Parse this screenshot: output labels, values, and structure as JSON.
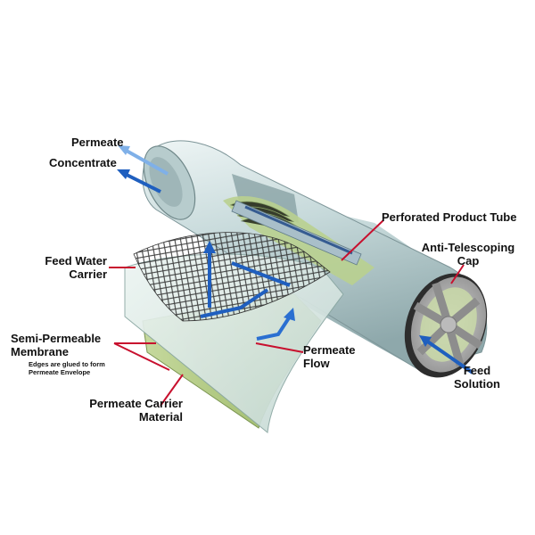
{
  "labels": {
    "permeate": "Permeate",
    "concentrate": "Concentrate",
    "perforated_product_tube": "Perforated Product Tube",
    "anti_telescoping_cap_line1": "Anti-Telescoping",
    "anti_telescoping_cap_line2": "Cap",
    "feed_water_carrier_line1": "Feed Water",
    "feed_water_carrier_line2": "Carrier",
    "semi_permeable_membrane_line1": "Semi-Permeable",
    "semi_permeable_membrane_line2": "Membrane",
    "membrane_note_line1": "Edges are glued to form",
    "membrane_note_line2": "Permeate Envelope",
    "permeate_flow_line1": "Permeate",
    "permeate_flow_line2": "Flow",
    "feed_solution_line1": "Feed",
    "feed_solution_line2": "Solution",
    "permeate_carrier_line1": "Permeate Carrier",
    "permeate_carrier_line2": "Material"
  },
  "colors": {
    "leader": "#c8102e",
    "flow_arrow": "#1f5fbf",
    "flow_arrow_light": "#7fb0e8",
    "tube": "#c9dcdc",
    "membrane": "#dbe9e5",
    "carrier_green": "#a9c47a",
    "mesh": "#333333"
  }
}
